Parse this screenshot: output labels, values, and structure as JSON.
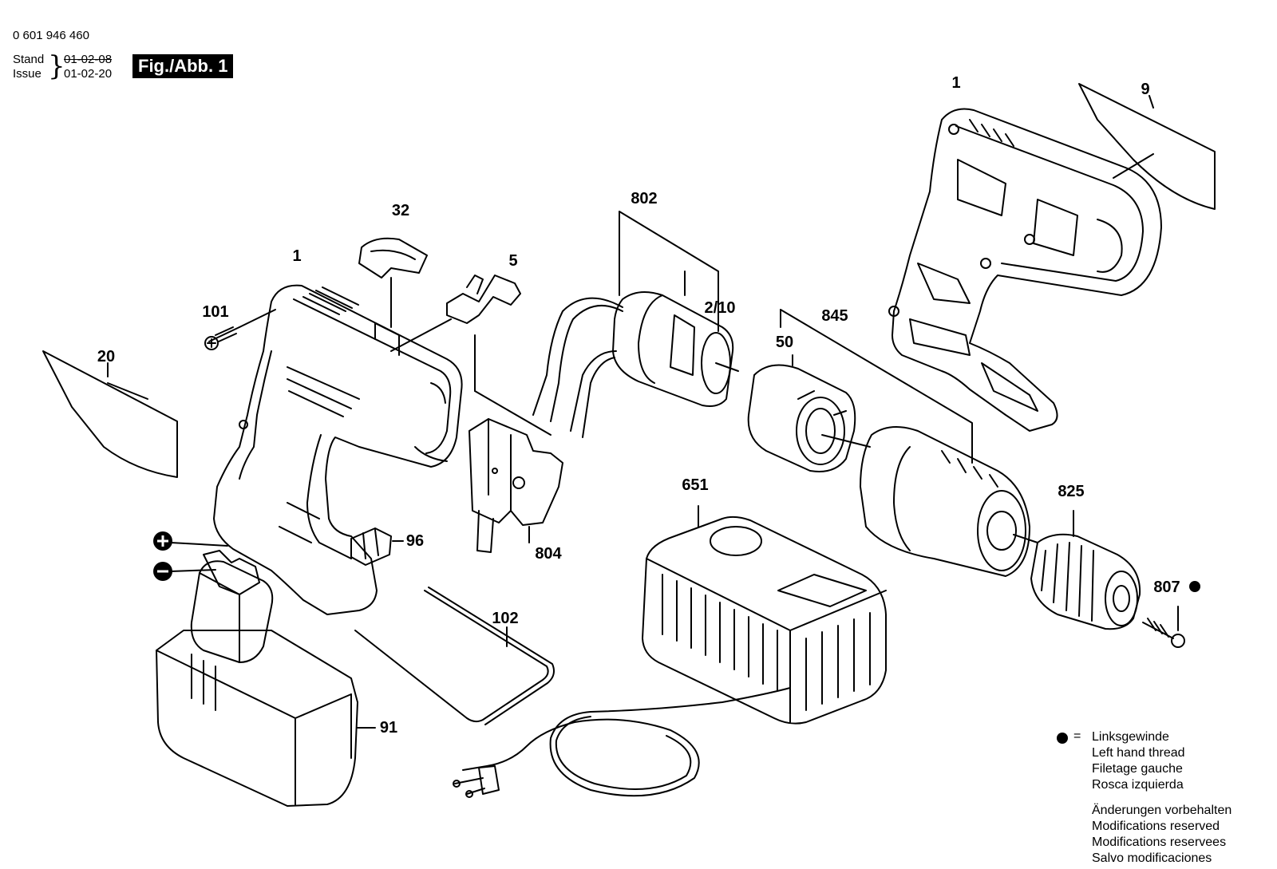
{
  "header": {
    "part_number": "0 601 946 460",
    "stand_label": "Stand",
    "issue_label": "Issue",
    "stand_date": "01-02-08",
    "issue_date": "01-02-20",
    "fig_label": "Fig./Abb. 1"
  },
  "parts": {
    "p1a": "1",
    "p1b": "1",
    "p9": "9",
    "p20": "20",
    "p32": "32",
    "p5": "5",
    "p101": "101",
    "p802": "802",
    "p2_10": "2/10",
    "p845": "845",
    "p50": "50",
    "p804": "804",
    "p96": "96",
    "p651": "651",
    "p825": "825",
    "p807": "807",
    "p102": "102",
    "p91": "91"
  },
  "legend": {
    "symbol_eq": "=",
    "left_hand": [
      "Linksgewinde",
      "Left hand thread",
      "Filetage gauche",
      "Rosca izquierda"
    ],
    "modifications": [
      "Änderungen vorbehalten",
      "Modifications reserved",
      "Modifications reservees",
      "Salvo modificaciones"
    ]
  }
}
